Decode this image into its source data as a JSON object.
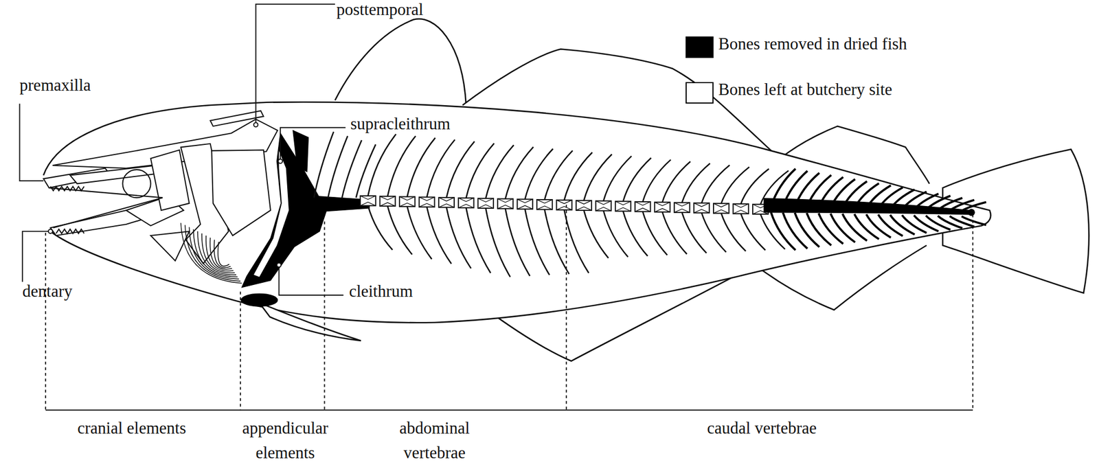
{
  "diagram": {
    "labels": [
      "posttemporal",
      "premaxilla",
      "supracleithrum",
      "dentary",
      "cleithrum",
      "cranial elements",
      "appendicular elements",
      "abdominal vertebrae",
      "caudal vertebrae"
    ],
    "legend": [
      {
        "text": "Bones removed in dried fish",
        "color": "#000000"
      },
      {
        "text": "Bones left at butchery site",
        "color": "#ffffff"
      }
    ]
  }
}
